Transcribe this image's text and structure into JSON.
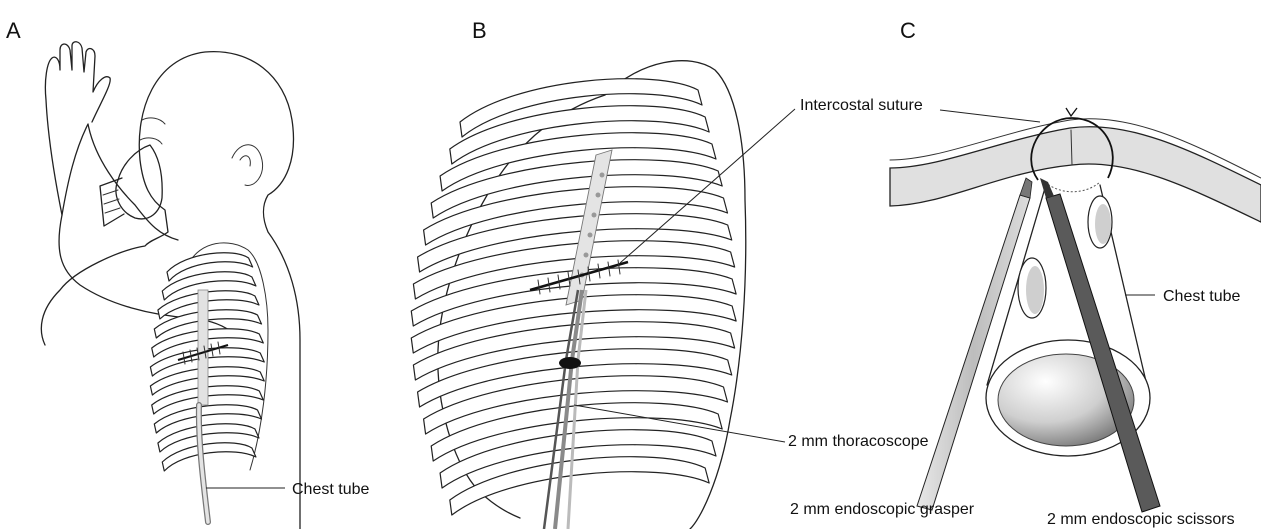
{
  "panels": [
    {
      "letter": "A"
    },
    {
      "letter": "B"
    },
    {
      "letter": "C"
    }
  ],
  "labels": {
    "chest_tube_a": "Chest tube",
    "thoracoscope": "2 mm thoracoscope",
    "intercostal_suture": "Intercostal suture",
    "chest_tube_c": "Chest tube",
    "grasper": "2 mm endoscopic grasper",
    "scissors": "2 mm endoscopic scissors"
  }
}
